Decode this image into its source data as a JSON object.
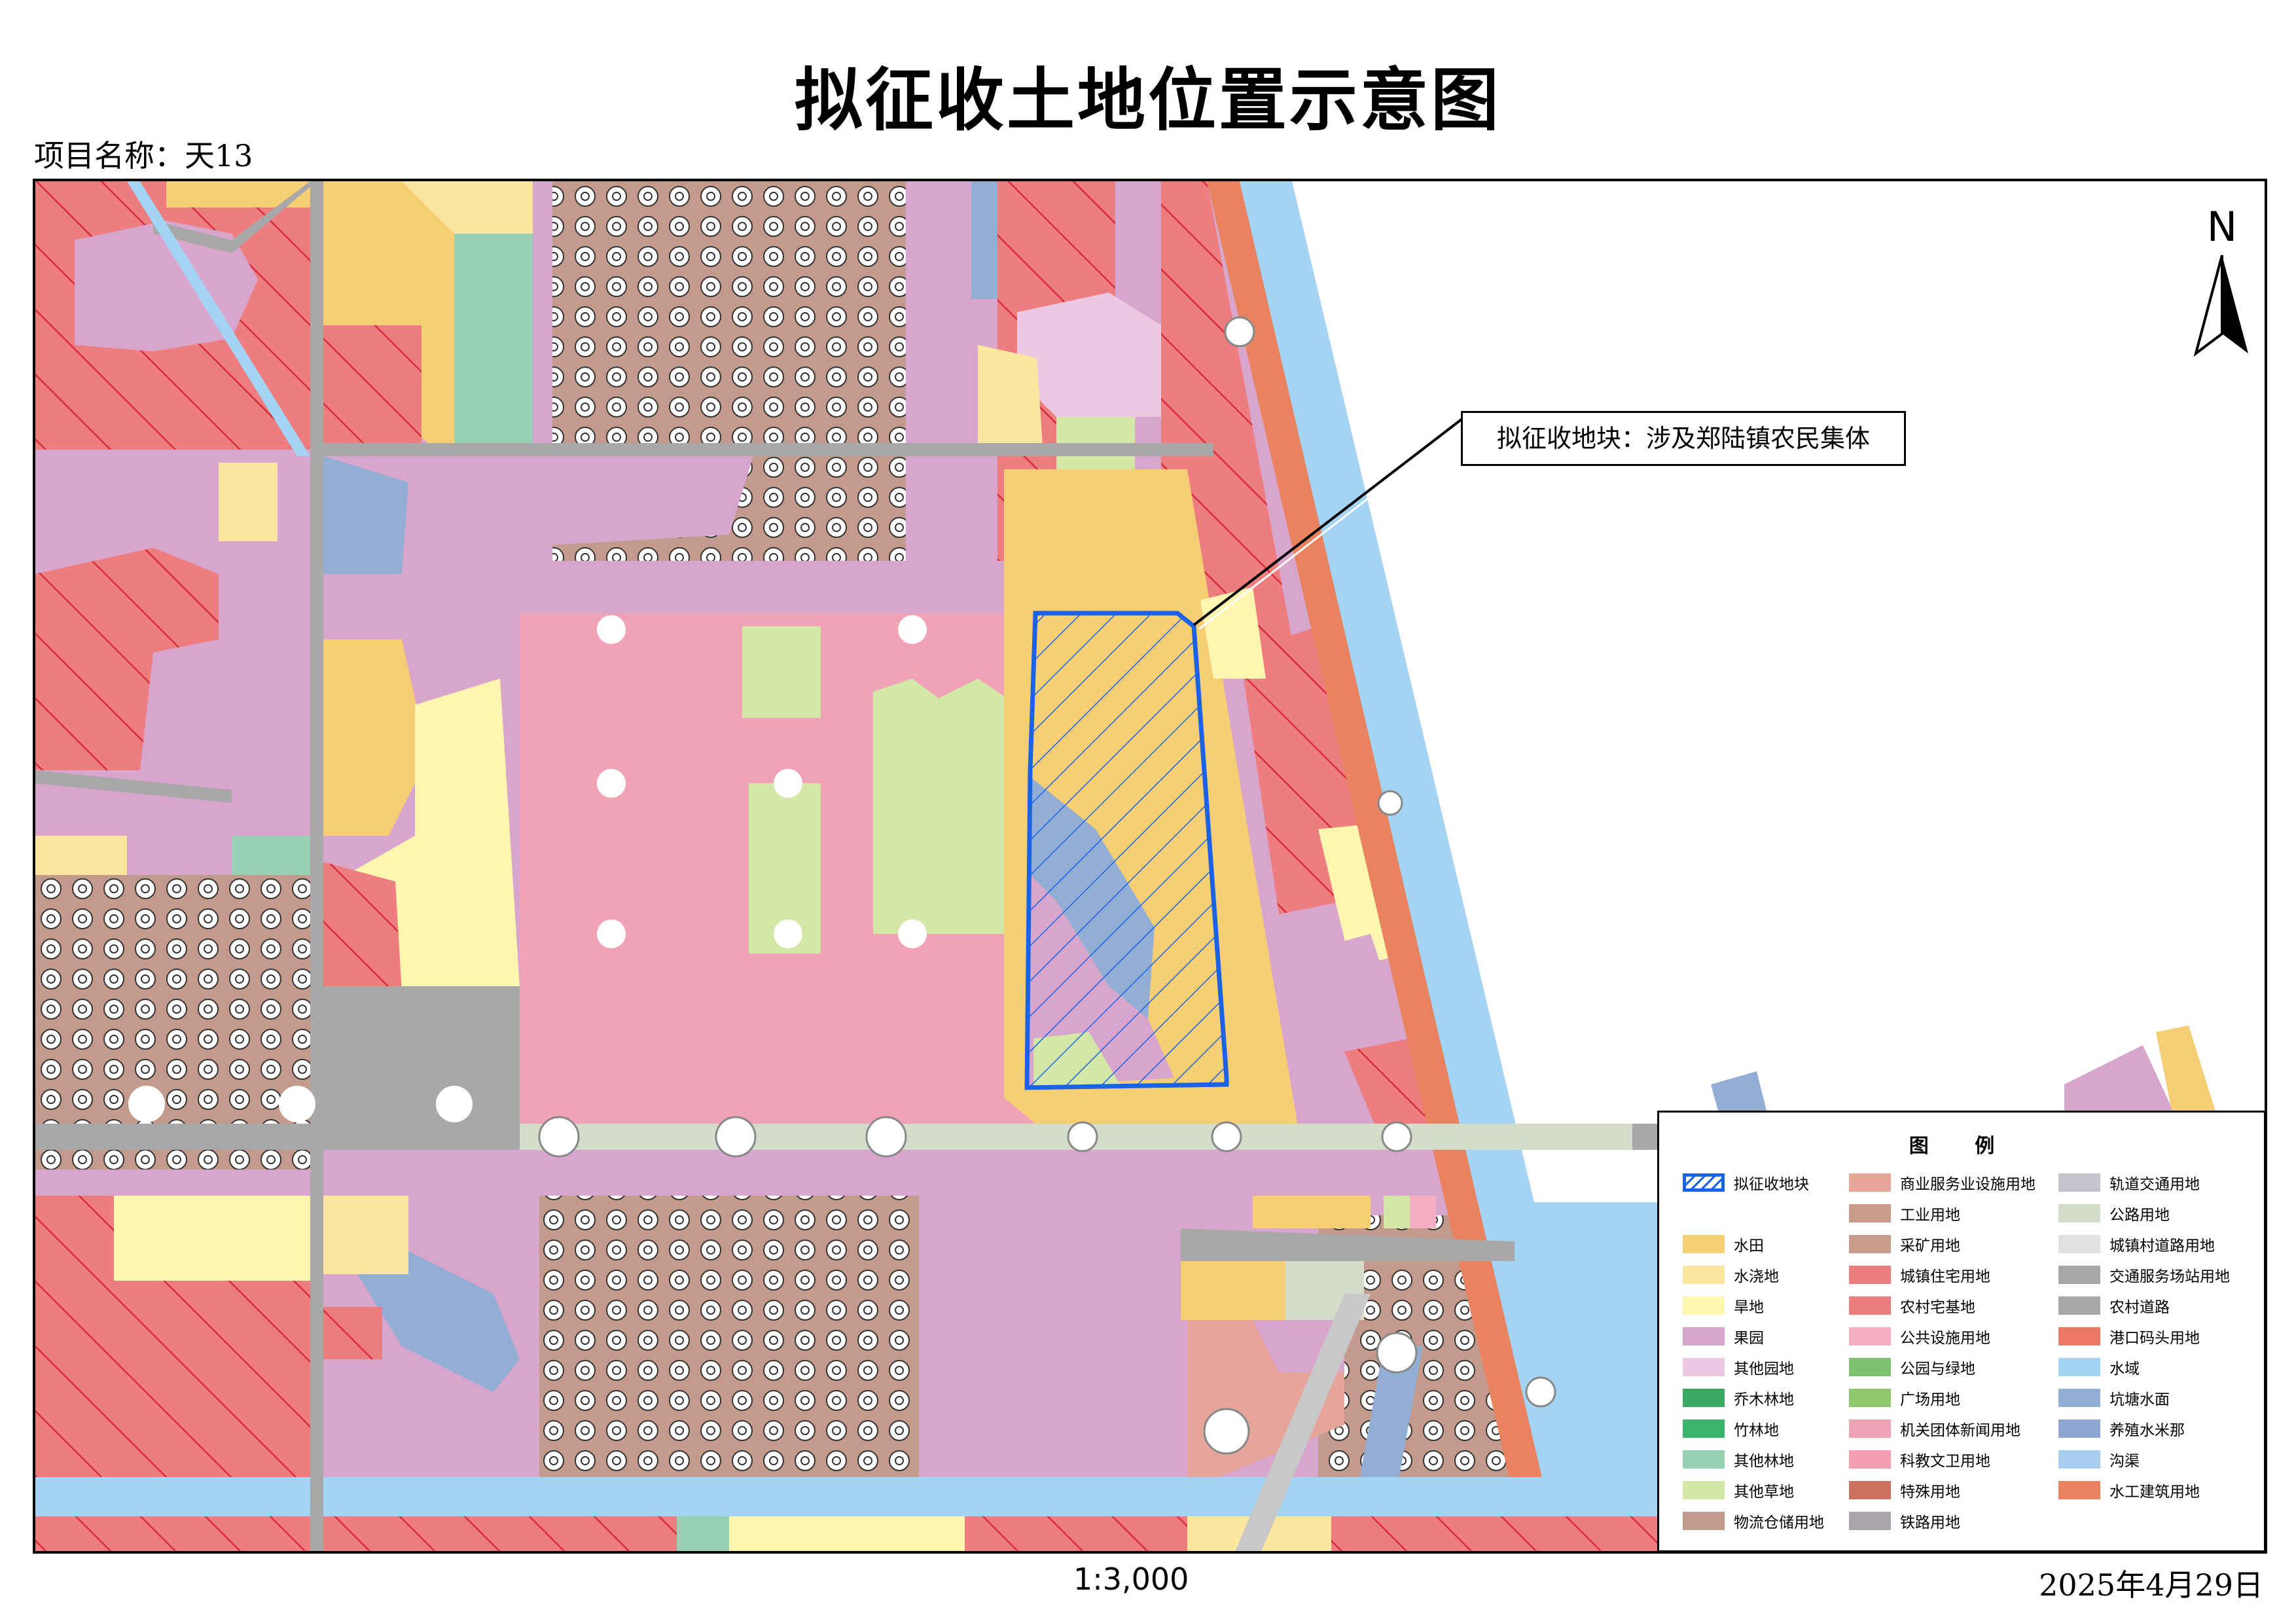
{
  "title": "拟征收土地位置示意图",
  "project_label": "项目名称：天13",
  "scale": "1:3,000",
  "date": "2025年4月29日",
  "north": "N",
  "callout": "拟征收地块：涉及郑陆镇农民集体",
  "legend": {
    "title": "图 例",
    "col1": [
      {
        "label": "拟征收地块",
        "color": "#ffffff",
        "border": "#1a63e6",
        "hatch": true
      },
      {
        "label": "水田",
        "color": "#f6ce73"
      },
      {
        "label": "水浇地",
        "color": "#fbe79f"
      },
      {
        "label": "旱地",
        "color": "#fef6b0"
      },
      {
        "label": "果园",
        "color": "#d8a6cd"
      },
      {
        "label": "其他园地",
        "color": "#ecc8e2"
      },
      {
        "label": "乔木林地",
        "color": "#3aaa64"
      },
      {
        "label": "竹林地",
        "color": "#3db46d"
      },
      {
        "label": "其他林地",
        "color": "#98d1b3"
      },
      {
        "label": "其他草地",
        "color": "#d3e7a7"
      },
      {
        "label": "物流仓储用地",
        "color": "#c49a8c"
      }
    ],
    "col2": [
      {
        "label": "商业服务业设施用地",
        "color": "#e7a59a"
      },
      {
        "label": "工业用地",
        "color": "#c89b8d"
      },
      {
        "label": "采矿用地",
        "color": "#c89b8d"
      },
      {
        "label": "城镇住宅用地",
        "color": "#ee7d7f"
      },
      {
        "label": "农村宅基地",
        "color": "#ee7d7f"
      },
      {
        "label": "公共设施用地",
        "color": "#f5adc1"
      },
      {
        "label": "公园与绿地",
        "color": "#7ec270"
      },
      {
        "label": "广场用地",
        "color": "#8dc86c"
      },
      {
        "label": "机关团体新闻用地",
        "color": "#f0a3b6"
      },
      {
        "label": "科教文卫用地",
        "color": "#f39fb0"
      },
      {
        "label": "特殊用地",
        "color": "#c9705e"
      },
      {
        "label": "铁路用地",
        "color": "#aaa5aa"
      }
    ],
    "col3": [
      {
        "label": "轨道交通用地",
        "color": "#c7c3ce"
      },
      {
        "label": "公路用地",
        "color": "#d4dcca"
      },
      {
        "label": "城镇村道路用地",
        "color": "#e1e1e1"
      },
      {
        "label": "交通服务场站用地",
        "color": "#a8a8a8"
      },
      {
        "label": "农村道路",
        "color": "#a8a8a8"
      },
      {
        "label": "港口码头用地",
        "color": "#ee7868"
      },
      {
        "label": "水域",
        "color": "#a4d4f3"
      },
      {
        "label": "坑塘水面",
        "color": "#93aed5"
      },
      {
        "label": "养殖水米那",
        "color": "#8ea4d2"
      },
      {
        "label": "沟渠",
        "color": "#a7cdee"
      },
      {
        "label": "水工建筑用地",
        "color": "#e8825f"
      }
    ]
  }
}
